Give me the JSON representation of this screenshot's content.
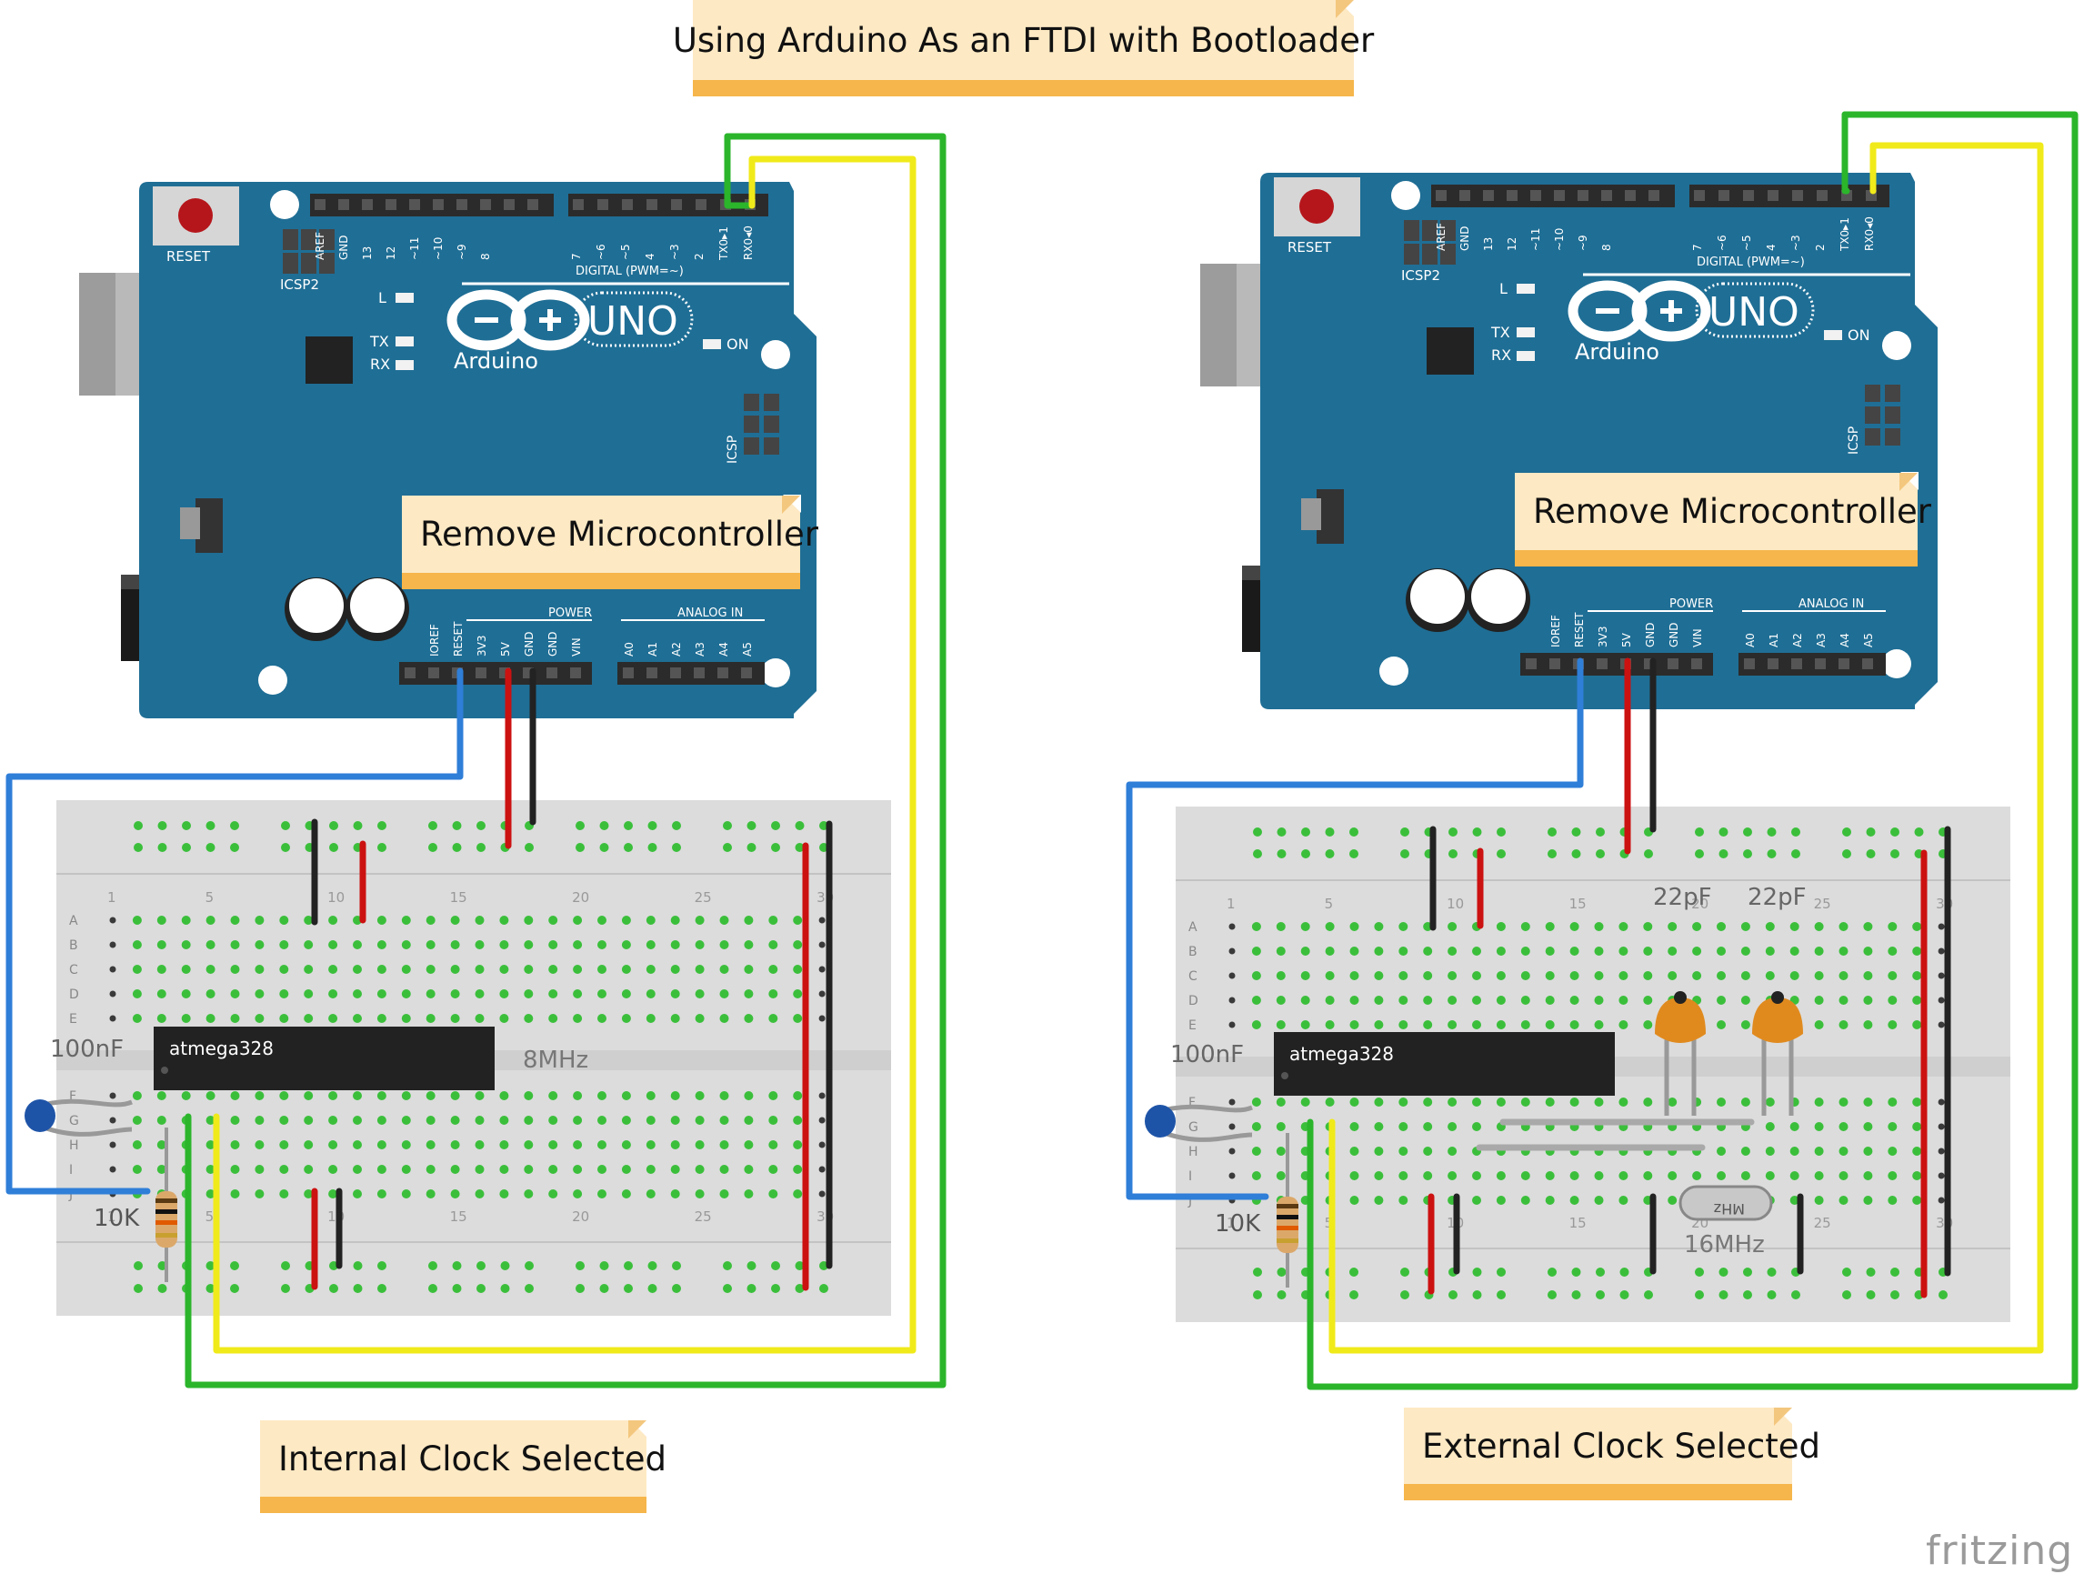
{
  "title": "Using Arduino As an FTDI with Bootloader",
  "left": {
    "board": {
      "logo": "UNO",
      "brand": "Arduino",
      "reset_label": "RESET",
      "icsp2_label": "ICSP2",
      "icsp_label": "ICSP",
      "on_label": "ON",
      "l_label": "L",
      "tx_label": "TX",
      "rx_label": "RX",
      "digital_label": "DIGITAL (PWM=~)",
      "power_label": "POWER",
      "analog_label": "ANALOG IN"
    },
    "board_note": "Remove Microcontroller",
    "chip_label": "atmega328",
    "capacitor_label": "100nF",
    "resistor_label": "10K",
    "crystal_label": "8MHz",
    "clock_note": "Internal Clock Selected"
  },
  "right": {
    "board": {
      "logo": "UNO",
      "brand": "Arduino",
      "reset_label": "RESET",
      "icsp2_label": "ICSP2",
      "icsp_label": "ICSP",
      "on_label": "ON",
      "l_label": "L",
      "tx_label": "TX",
      "rx_label": "RX",
      "digital_label": "DIGITAL (PWM=~)",
      "power_label": "POWER",
      "analog_label": "ANALOG IN"
    },
    "board_note": "Remove Microcontroller",
    "chip_label": "atmega328",
    "capacitor_label": "100nF",
    "resistor_label": "10K",
    "cap1_label": "22pF",
    "cap2_label": "22pF",
    "crystal_label": "16MHz",
    "crystal_mark": "MHz",
    "clock_note": "External Clock Selected"
  },
  "breadboard": {
    "row_letters": [
      "A",
      "B",
      "C",
      "D",
      "E",
      "F",
      "G",
      "H",
      "I",
      "J"
    ],
    "col_numbers": [
      "1",
      "5",
      "10",
      "15",
      "20",
      "25",
      "30"
    ]
  },
  "pin_labels": {
    "digital": [
      "AREF",
      "GND",
      "13",
      "12",
      "~11",
      "~10",
      "~9",
      "8",
      "7",
      "~6",
      "~5",
      "4",
      "~3",
      "2",
      "TX0▸1",
      "RX0◂0"
    ],
    "power": [
      "IOREF",
      "RESET",
      "3V3",
      "5V",
      "GND",
      "GND",
      "VIN"
    ],
    "analog": [
      "A0",
      "A1",
      "A2",
      "A3",
      "A4",
      "A5"
    ]
  },
  "colors": {
    "board": "#1f6e95",
    "wire_blue": "#2f7ed8",
    "wire_red": "#cc1111",
    "wire_black": "#222222",
    "wire_green": "#2bb52b",
    "wire_yellow": "#f0ea1a",
    "note_bg": "#fde9c4",
    "note_bar": "#f6b64b"
  },
  "footer_logo": "fritzing"
}
